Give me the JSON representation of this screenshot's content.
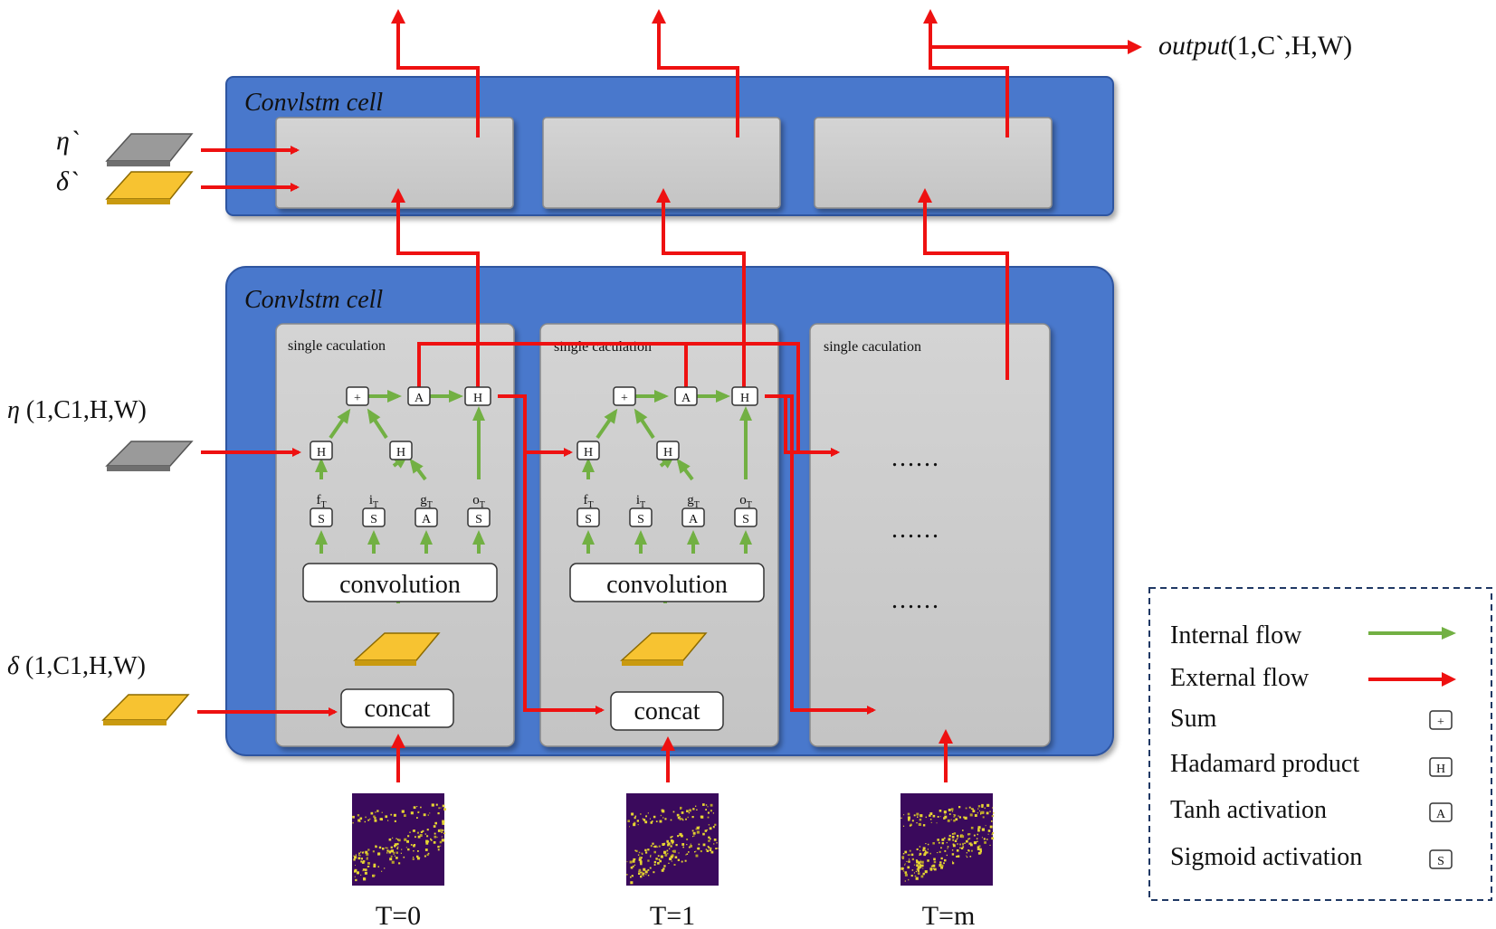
{
  "top_cell": {
    "title": "Convlstm cell"
  },
  "bottom_cell": {
    "title": "Convlstm cell"
  },
  "output_label": {
    "italic": "output",
    "rest": "(1,C`,H,W)"
  },
  "inputs": {
    "eta_prime": "η`",
    "delta_prime": "δ`",
    "eta": {
      "symbol": "η",
      "shape": " (1,C1,H,W)"
    },
    "delta": {
      "symbol": "δ",
      "shape": " (1,C1,H,W)"
    }
  },
  "panels": [
    {
      "title": "single caculation",
      "conv_label": "convolution",
      "concat_label": "concat"
    },
    {
      "title": "single caculation",
      "conv_label": "convolution",
      "concat_label": "concat"
    },
    {
      "title": "single caculation",
      "dots": [
        "......",
        "......",
        "......"
      ]
    }
  ],
  "gates": {
    "sum": "+",
    "hadamard": "H",
    "tanh": "A",
    "sigmoid": "S",
    "labels": [
      {
        "main": "f",
        "sub": "T"
      },
      {
        "main": "i",
        "sub": "T"
      },
      {
        "main": "g",
        "sub": "T"
      },
      {
        "main": "o",
        "sub": "T"
      }
    ]
  },
  "timesteps": [
    "T=0",
    "T=1",
    "T=m"
  ],
  "legend": {
    "items": [
      {
        "label": "Internal flow",
        "kind": "green-arrow"
      },
      {
        "label": "External flow",
        "kind": "red-arrow"
      },
      {
        "label": "Sum",
        "symbol": "+"
      },
      {
        "label": "Hadamard product",
        "symbol": "H"
      },
      {
        "label": "Tanh activation",
        "symbol": "A"
      },
      {
        "label": "Sigmoid activation",
        "symbol": "S"
      }
    ]
  },
  "colors": {
    "cell_blue": "#4a78cc",
    "panel_gray": "#c9c9c9",
    "external_flow": "#ee1111",
    "internal_flow": "#72b043",
    "eta_layer": "#9a9a9a",
    "delta_layer": "#f7c331",
    "heatmap_bg": "#3a0a5c",
    "heatmap_fg": "#e6d433",
    "legend_border": "#1f3864"
  }
}
